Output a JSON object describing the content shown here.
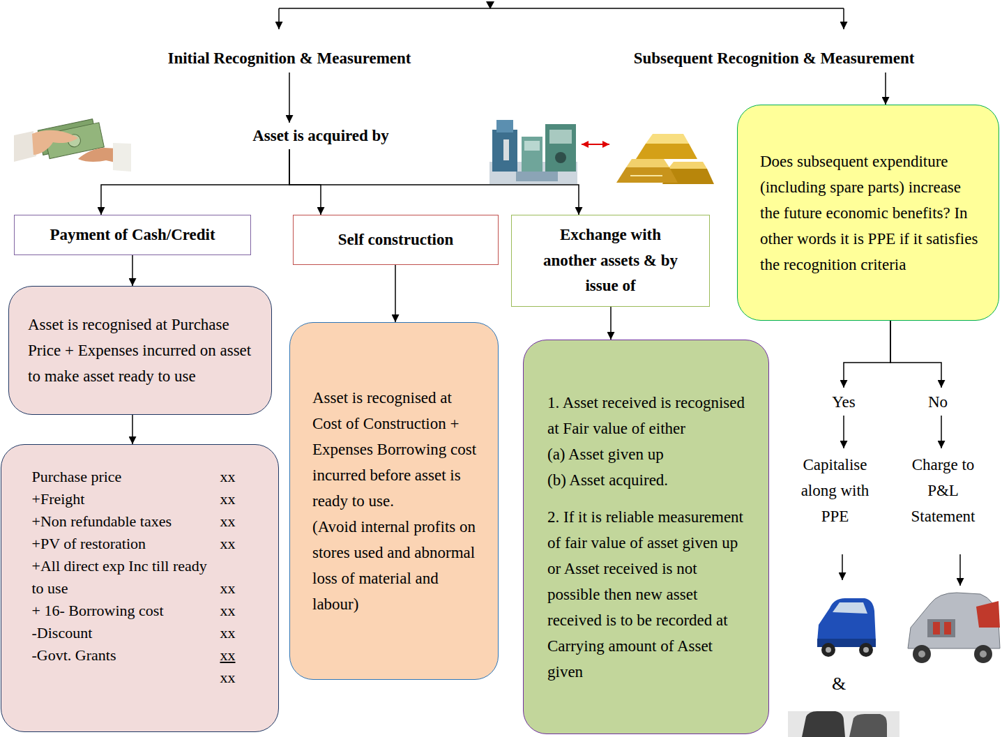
{
  "diagram": {
    "nodes": [
      {
        "text": [
          "Initial Recognition & Measurement"
        ]
      },
      {
        "text": [
          "Subsequent Recognition & Measurement"
        ]
      },
      {
        "text": [
          "Asset is acquired by"
        ]
      },
      {
        "text": [
          "Payment of Cash/Credit"
        ]
      },
      {
        "text": [
          "Self construction"
        ]
      },
      {
        "text": [
          "Exchange with another assets & by issue of"
        ]
      },
      {
        "text": [
          "Does subsequent expenditure (including spare parts) increase the future economic benefits? In other words it is PPE if it satisfies the recognition criteria"
        ]
      },
      {
        "text": [
          "Asset is recognised at Purchase Price + Expenses incurred on asset to make asset ready to use"
        ]
      },
      {
        "text": [
          "Asset is recognised at Cost of Construction + Expenses Borrowing cost incurred before asset is ready to use.",
          "(Avoid internal profits on stores used and abnormal loss of material and labour)"
        ]
      },
      {
        "text": [
          "1. Asset received is recognised at Fair value of either",
          "(a) Asset given up",
          "(b) Asset acquired.",
          "2. If it is reliable measurement of fair value of asset given up or Asset received is not possible then new asset received is to be recorded at Carrying amount of Asset given"
        ]
      },
      {
        "text": [
          "Yes"
        ]
      },
      {
        "text": [
          "No"
        ]
      },
      {
        "text": [
          "Purchase price",
          "xx",
          "+Freight",
          "xx",
          "+Non refundable taxes",
          "xx",
          "+PV of restoration",
          "xx",
          "+All direct exp Inc till ready to use",
          "xx",
          "+ 16- Borrowing cost",
          "xx",
          "-Discount",
          "xx",
          "-Govt. Grants",
          "xx",
          "xx"
        ]
      },
      {
        "text": [
          "Capitalise along with PPE"
        ]
      },
      {
        "text": [
          "Charge to P&L Statement"
        ]
      }
    ],
    "edges": [
      {
        "from": 0,
        "to": 2,
        "arrow": "to"
      },
      {
        "from": 2,
        "to": 3,
        "arrow": "to"
      },
      {
        "from": 2,
        "to": 4,
        "arrow": "to"
      },
      {
        "from": 2,
        "to": 5,
        "arrow": "to"
      },
      {
        "from": 3,
        "to": 7,
        "arrow": "to"
      },
      {
        "from": 4,
        "to": 8,
        "arrow": "to"
      },
      {
        "from": 5,
        "to": 9,
        "arrow": "to"
      },
      {
        "from": 7,
        "to": 12,
        "arrow": "to"
      },
      {
        "from": 1,
        "to": 6,
        "arrow": "to"
      },
      {
        "from": 6,
        "to": 10,
        "arrow": "to"
      },
      {
        "from": 6,
        "to": 11,
        "arrow": "to"
      },
      {
        "from": 10,
        "to": 13,
        "arrow": "to"
      },
      {
        "from": 11,
        "to": 14,
        "arrow": "to"
      }
    ],
    "labels": [
      "&"
    ]
  }
}
